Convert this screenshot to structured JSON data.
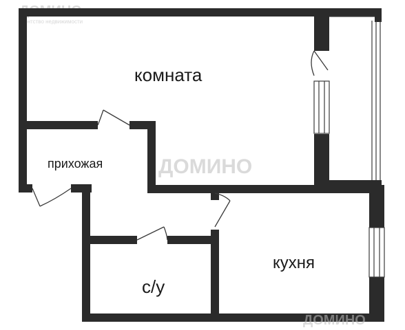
{
  "rooms": {
    "room": "комната",
    "hallway": "прихожая",
    "bathroom": "с/у",
    "kitchen": "кухня"
  },
  "watermark": {
    "brand": "ДОМИНО",
    "tagline": "агентство недвижимости"
  },
  "colors": {
    "wall": "#2b2b2b",
    "line": "#3a3a3a",
    "background": "#ffffff"
  }
}
